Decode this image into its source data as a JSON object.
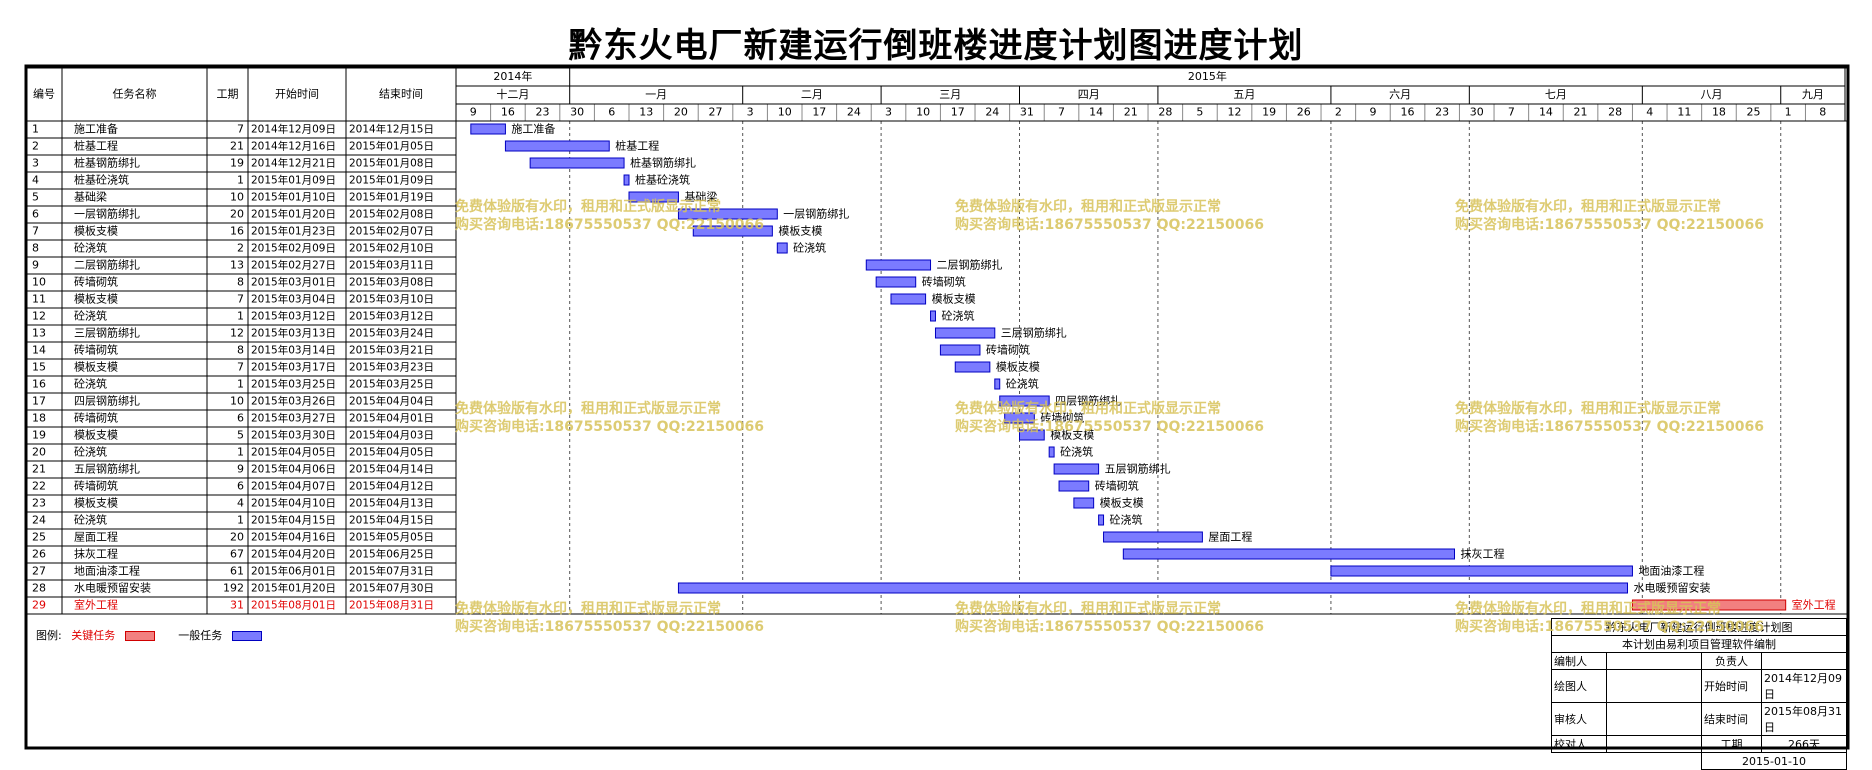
{
  "title": "黔东火电厂新建运行倒班楼进度计划图进度计划",
  "columns": {
    "no": "编号",
    "name": "任务名称",
    "dur": "工期",
    "start": "开始时间",
    "end": "结束时间"
  },
  "years": [
    {
      "label": "2014年",
      "from": "2014-12-06",
      "to": "2014-12-29"
    },
    {
      "label": "2015年",
      "from": "2014-12-29",
      "to": "2015-09-13"
    }
  ],
  "months": [
    {
      "label": "十二月",
      "from": "2014-12-06",
      "to": "2014-12-29"
    },
    {
      "label": "一月",
      "from": "2014-12-29",
      "to": "2015-02-02"
    },
    {
      "label": "二月",
      "from": "2015-02-02",
      "to": "2015-03-02"
    },
    {
      "label": "三月",
      "from": "2015-03-02",
      "to": "2015-03-30"
    },
    {
      "label": "四月",
      "from": "2015-03-30",
      "to": "2015-04-27"
    },
    {
      "label": "五月",
      "from": "2015-04-27",
      "to": "2015-06-01"
    },
    {
      "label": "六月",
      "from": "2015-06-01",
      "to": "2015-06-29"
    },
    {
      "label": "七月",
      "from": "2015-06-29",
      "to": "2015-08-03"
    },
    {
      "label": "八月",
      "from": "2015-08-03",
      "to": "2015-08-31"
    },
    {
      "label": "九月",
      "from": "2015-08-31",
      "to": "2015-09-13"
    }
  ],
  "week_ticks": [
    "9",
    "16",
    "23",
    "30",
    "6",
    "13",
    "20",
    "27",
    "3",
    "10",
    "17",
    "24",
    "3",
    "10",
    "17",
    "24",
    "31",
    "7",
    "14",
    "21",
    "28",
    "5",
    "12",
    "19",
    "26",
    "2",
    "9",
    "16",
    "23",
    "30",
    "7",
    "14",
    "21",
    "28",
    "4",
    "11",
    "18",
    "25",
    "1",
    "8"
  ],
  "chart_data": {
    "type": "gantt",
    "title": "黔东火电厂新建运行倒班楼进度计划图进度计划",
    "x_range": [
      "2014-12-06",
      "2015-09-13"
    ],
    "x_unit": "week",
    "tasks": [
      {
        "no": "1",
        "name": "施工准备",
        "dur": "7",
        "start": "2014年12月09日",
        "end": "2014年12月15日",
        "s": "2014-12-09",
        "e": "2014-12-15",
        "critical": false
      },
      {
        "no": "2",
        "name": "桩基工程",
        "dur": "21",
        "start": "2014年12月16日",
        "end": "2015年01月05日",
        "s": "2014-12-16",
        "e": "2015-01-05",
        "critical": false
      },
      {
        "no": "3",
        "name": "桩基钢筋绑扎",
        "dur": "19",
        "start": "2014年12月21日",
        "end": "2015年01月08日",
        "s": "2014-12-21",
        "e": "2015-01-08",
        "critical": false
      },
      {
        "no": "4",
        "name": "桩基砼浇筑",
        "dur": "1",
        "start": "2015年01月09日",
        "end": "2015年01月09日",
        "s": "2015-01-09",
        "e": "2015-01-09",
        "critical": false
      },
      {
        "no": "5",
        "name": "基础梁",
        "dur": "10",
        "start": "2015年01月10日",
        "end": "2015年01月19日",
        "s": "2015-01-10",
        "e": "2015-01-19",
        "critical": false
      },
      {
        "no": "6",
        "name": "一层钢筋绑扎",
        "dur": "20",
        "start": "2015年01月20日",
        "end": "2015年02月08日",
        "s": "2015-01-20",
        "e": "2015-02-08",
        "critical": false
      },
      {
        "no": "7",
        "name": "模板支模",
        "dur": "16",
        "start": "2015年01月23日",
        "end": "2015年02月07日",
        "s": "2015-01-23",
        "e": "2015-02-07",
        "critical": false
      },
      {
        "no": "8",
        "name": "砼浇筑",
        "dur": "2",
        "start": "2015年02月09日",
        "end": "2015年02月10日",
        "s": "2015-02-09",
        "e": "2015-02-10",
        "critical": false
      },
      {
        "no": "9",
        "name": "二层钢筋绑扎",
        "dur": "13",
        "start": "2015年02月27日",
        "end": "2015年03月11日",
        "s": "2015-02-27",
        "e": "2015-03-11",
        "critical": false
      },
      {
        "no": "10",
        "name": "砖墙砌筑",
        "dur": "8",
        "start": "2015年03月01日",
        "end": "2015年03月08日",
        "s": "2015-03-01",
        "e": "2015-03-08",
        "critical": false
      },
      {
        "no": "11",
        "name": "模板支模",
        "dur": "7",
        "start": "2015年03月04日",
        "end": "2015年03月10日",
        "s": "2015-03-04",
        "e": "2015-03-10",
        "critical": false
      },
      {
        "no": "12",
        "name": "砼浇筑",
        "dur": "1",
        "start": "2015年03月12日",
        "end": "2015年03月12日",
        "s": "2015-03-12",
        "e": "2015-03-12",
        "critical": false
      },
      {
        "no": "13",
        "name": "三层钢筋绑扎",
        "dur": "12",
        "start": "2015年03月13日",
        "end": "2015年03月24日",
        "s": "2015-03-13",
        "e": "2015-03-24",
        "critical": false
      },
      {
        "no": "14",
        "name": "砖墙砌筑",
        "dur": "8",
        "start": "2015年03月14日",
        "end": "2015年03月21日",
        "s": "2015-03-14",
        "e": "2015-03-21",
        "critical": false
      },
      {
        "no": "15",
        "name": "模板支模",
        "dur": "7",
        "start": "2015年03月17日",
        "end": "2015年03月23日",
        "s": "2015-03-17",
        "e": "2015-03-23",
        "critical": false
      },
      {
        "no": "16",
        "name": "砼浇筑",
        "dur": "1",
        "start": "2015年03月25日",
        "end": "2015年03月25日",
        "s": "2015-03-25",
        "e": "2015-03-25",
        "critical": false
      },
      {
        "no": "17",
        "name": "四层钢筋绑扎",
        "dur": "10",
        "start": "2015年03月26日",
        "end": "2015年04月04日",
        "s": "2015-03-26",
        "e": "2015-04-04",
        "critical": false
      },
      {
        "no": "18",
        "name": "砖墙砌筑",
        "dur": "6",
        "start": "2015年03月27日",
        "end": "2015年04月01日",
        "s": "2015-03-27",
        "e": "2015-04-01",
        "critical": false
      },
      {
        "no": "19",
        "name": "模板支模",
        "dur": "5",
        "start": "2015年03月30日",
        "end": "2015年04月03日",
        "s": "2015-03-30",
        "e": "2015-04-03",
        "critical": false
      },
      {
        "no": "20",
        "name": "砼浇筑",
        "dur": "1",
        "start": "2015年04月05日",
        "end": "2015年04月05日",
        "s": "2015-04-05",
        "e": "2015-04-05",
        "critical": false
      },
      {
        "no": "21",
        "name": "五层钢筋绑扎",
        "dur": "9",
        "start": "2015年04月06日",
        "end": "2015年04月14日",
        "s": "2015-04-06",
        "e": "2015-04-14",
        "critical": false
      },
      {
        "no": "22",
        "name": "砖墙砌筑",
        "dur": "6",
        "start": "2015年04月07日",
        "end": "2015年04月12日",
        "s": "2015-04-07",
        "e": "2015-04-12",
        "critical": false
      },
      {
        "no": "23",
        "name": "模板支模",
        "dur": "4",
        "start": "2015年04月10日",
        "end": "2015年04月13日",
        "s": "2015-04-10",
        "e": "2015-04-13",
        "critical": false
      },
      {
        "no": "24",
        "name": "砼浇筑",
        "dur": "1",
        "start": "2015年04月15日",
        "end": "2015年04月15日",
        "s": "2015-04-15",
        "e": "2015-04-15",
        "critical": false
      },
      {
        "no": "25",
        "name": "屋面工程",
        "dur": "20",
        "start": "2015年04月16日",
        "end": "2015年05月05日",
        "s": "2015-04-16",
        "e": "2015-05-05",
        "critical": false
      },
      {
        "no": "26",
        "name": "抹灰工程",
        "dur": "67",
        "start": "2015年04月20日",
        "end": "2015年06月25日",
        "s": "2015-04-20",
        "e": "2015-06-25",
        "critical": false
      },
      {
        "no": "27",
        "name": "地面油漆工程",
        "dur": "61",
        "start": "2015年06月01日",
        "end": "2015年07月31日",
        "s": "2015-06-01",
        "e": "2015-07-31",
        "critical": false
      },
      {
        "no": "28",
        "name": "水电暖预留安装",
        "dur": "192",
        "start": "2015年01月20日",
        "end": "2015年07月30日",
        "s": "2015-01-20",
        "e": "2015-07-30",
        "critical": false
      },
      {
        "no": "29",
        "name": "室外工程",
        "dur": "31",
        "start": "2015年08月01日",
        "end": "2015年08月31日",
        "s": "2015-08-01",
        "e": "2015-08-31",
        "critical": true
      }
    ],
    "colors": {
      "normal": "#7b7bff",
      "normal_border": "#0000c0",
      "critical": "#f28080",
      "critical_border": "#d00000",
      "critical_text": "#e00000"
    }
  },
  "legend": {
    "label": "图例:",
    "critical": "关键任务",
    "normal": "一般任务"
  },
  "watermark": {
    "line1": "免费体验版有水印，租用和正式版显示正常",
    "line2": "购买咨询电话:18675550537 QQ:22150066"
  },
  "info_box": {
    "header": "黔东火电厂新建运行倒班楼进度计划图",
    "subheader": "本计划由易利项目管理软件编制",
    "editor": "编制人",
    "owner": "负责人",
    "drafter": "绘图人",
    "start_label": "开始时间",
    "start_value": "2014年12月09日",
    "reviewer": "审核人",
    "end_label": "结束时间",
    "end_value": "2015年08月31日",
    "checker": "校对人",
    "dur_label": "工期",
    "dur_value": "266天",
    "date": "2015-01-10"
  }
}
